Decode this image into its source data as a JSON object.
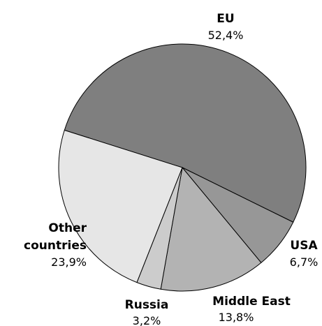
{
  "chart_data": {
    "type": "pie",
    "slices": [
      {
        "label": "EU",
        "value": 52.4,
        "value_label": "52,4%",
        "color": "#7f7f7f"
      },
      {
        "label": "USA",
        "value": 6.7,
        "value_label": "6,7%",
        "color": "#979797"
      },
      {
        "label": "Middle East",
        "value": 13.8,
        "value_label": "13,8%",
        "color": "#b3b3b3"
      },
      {
        "label": "Russia",
        "value": 3.2,
        "value_label": "3,2%",
        "color": "#cccccc"
      },
      {
        "label": [
          "Other",
          "countries"
        ],
        "value": 23.9,
        "value_label": "23,9%",
        "color": "#e6e6e6"
      }
    ],
    "start_angle_deg": -162.4,
    "direction": "clockwise",
    "stroke": "#000000",
    "legend": "none",
    "labels": "outside slices, bold name above value"
  }
}
